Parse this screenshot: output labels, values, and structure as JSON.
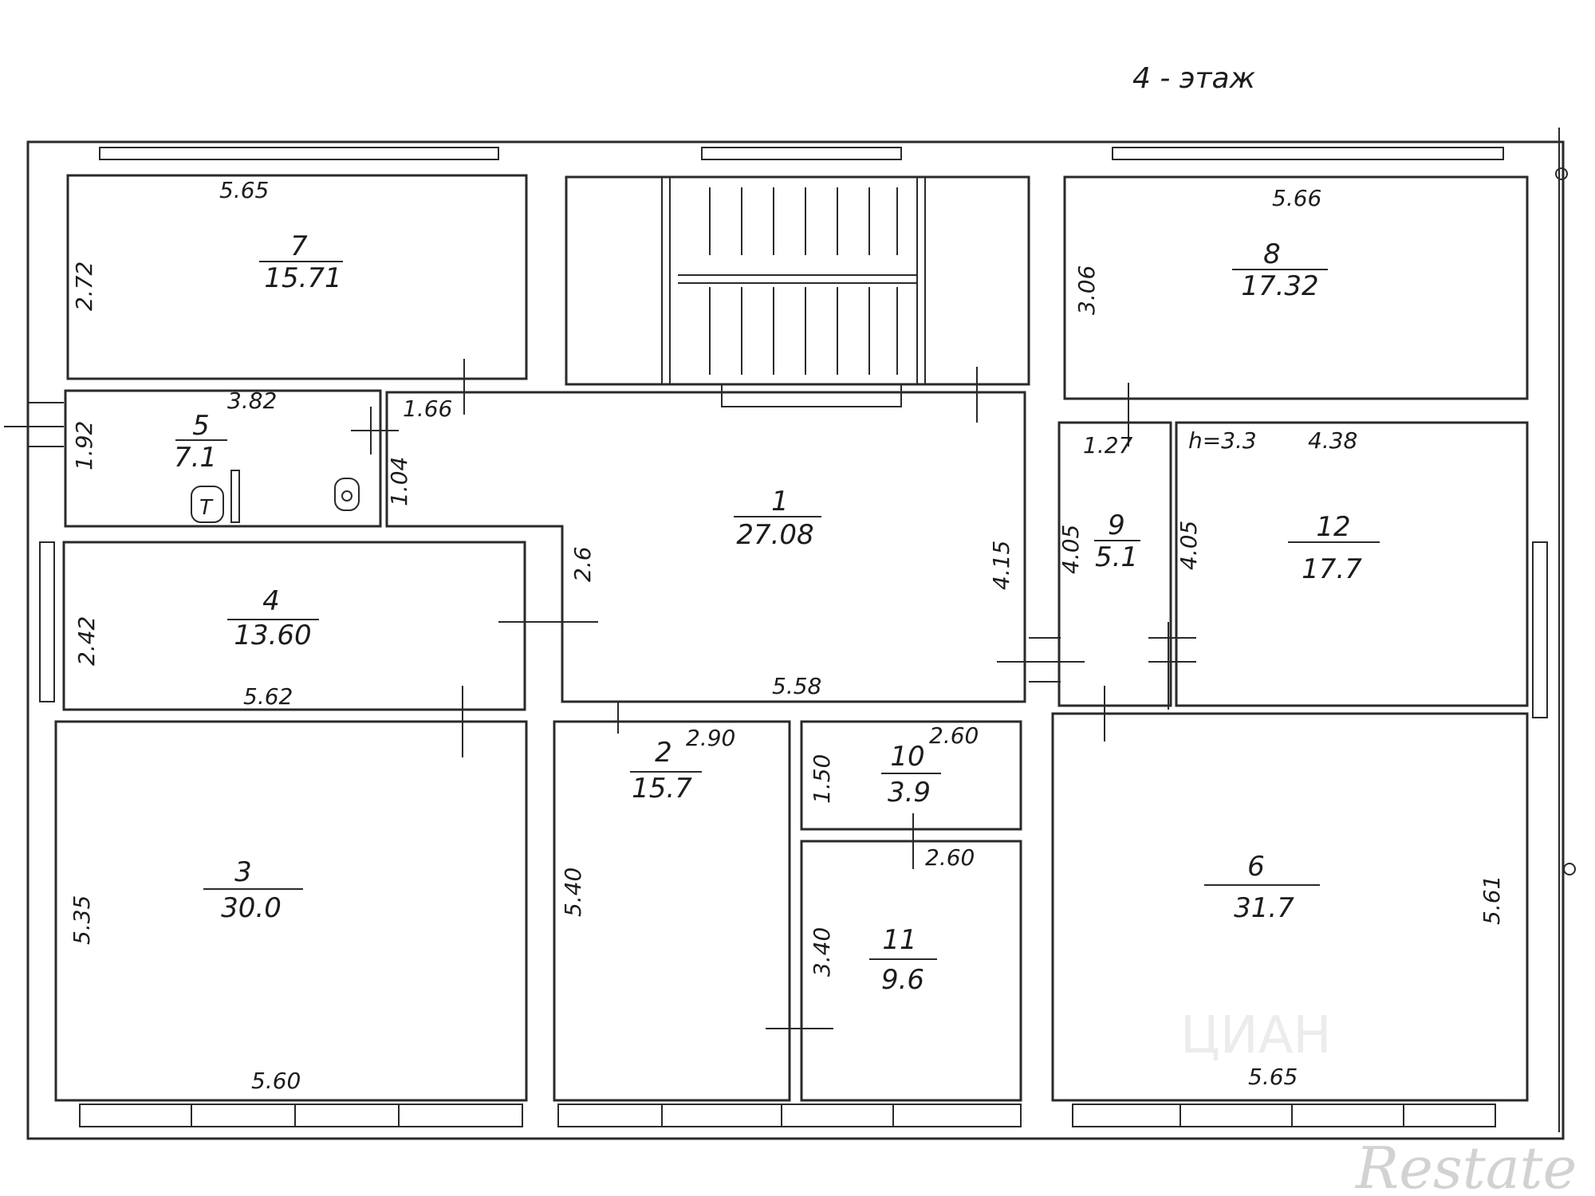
{
  "title": "4 - этаж",
  "watermarks": {
    "restate": "Restate",
    "cian": "ЦИАН"
  },
  "rooms": [
    {
      "number": "1",
      "area": "27.08"
    },
    {
      "number": "2",
      "area": "15.7"
    },
    {
      "number": "3",
      "area": "30.0"
    },
    {
      "number": "4",
      "area": "13.60"
    },
    {
      "number": "5",
      "area": "7.1"
    },
    {
      "number": "6",
      "area": "31.7"
    },
    {
      "number": "7",
      "area": "15.71"
    },
    {
      "number": "8",
      "area": "17.32"
    },
    {
      "number": "9",
      "area": "5.1"
    },
    {
      "number": "10",
      "area": "3.9"
    },
    {
      "number": "11",
      "area": "9.6"
    },
    {
      "number": "12",
      "area": "17.7"
    }
  ],
  "dimensions": {
    "r7_w": "5.65",
    "r7_h": "2.72",
    "r8_w": "5.66",
    "r8_h": "3.06",
    "r5_w": "3.82",
    "r5_h": "1.92",
    "corr_a": "1.66",
    "corr_b": "1.04",
    "corr_c": "2.6",
    "corr_h": "4.15",
    "corr_w": "5.58",
    "r9_w": "1.27",
    "r9_h": "4.05",
    "r12_hw": "h=3.3",
    "r12_w": "4.38",
    "r12_h": "4.05",
    "r4_h": "2.42",
    "r4_w": "5.62",
    "r3_h": "5.35",
    "r3_w": "5.60",
    "r2_w": "2.90",
    "r2_h": "5.40",
    "r10_w": "2.60",
    "r10_h": "1.50",
    "r11_w": "2.60",
    "r11_h": "3.40",
    "r6_h": "5.61",
    "r6_w": "5.65"
  }
}
